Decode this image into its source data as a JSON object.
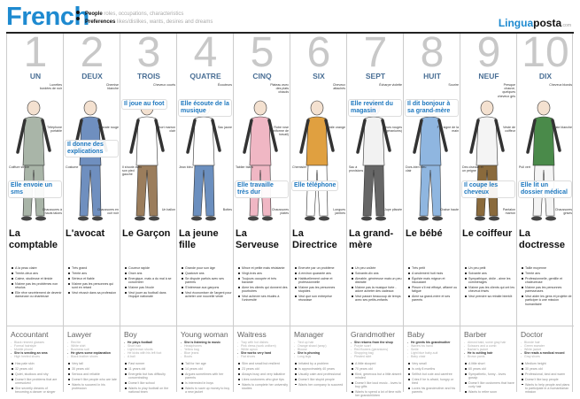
{
  "header": {
    "title": "French",
    "line1_bold": "People",
    "line1_rest": "roles, occupations, characteristics",
    "line2_bold": "Preferences",
    "line2_rest": "likes/dislikes, wants, desires and dreams",
    "logo_a": "Lingua",
    "logo_b": "posta",
    "logo_c": ".com"
  },
  "colors": {
    "brand": "#1e8ad0",
    "phrase": "#1e78bf",
    "number_word": "#4a6f95"
  },
  "columns": [
    {
      "num": "1",
      "word": "UN",
      "phrase": "Elle envoie un sms",
      "labels": [
        "Lunettes bordées de noir",
        "Téléphone portable",
        "Coiffure stricte",
        "Chaussures à hauts talons"
      ],
      "title": "La comptable",
      "fr": [
        "A la peau claire",
        "Trente-deux ans",
        "Calme, studieuse et timide",
        "N'aime pas les problèmes non résolus",
        "Elle rêve secrètement de devenir danseuse ou chanteuse"
      ],
      "en_title": "Accountant",
      "en_desc": [
        "Black rimmed glasses",
        "Formal hairstyle",
        "Mobile phone",
        "She is sending an sms",
        "High heeled shoes"
      ],
      "en_bold": 3,
      "en": [
        "Has pale skin",
        "32 years old",
        "Quiet, studious and shy",
        "Doesn't like problems that are unresolved",
        "She secretly dreams of becoming a dancer or singer"
      ],
      "top": "#a9b5a8",
      "bottom": "#a9b5a8",
      "skin": "#f4e1d0"
    },
    {
      "num": "2",
      "word": "DEUX",
      "phrase": "Il donne des explications",
      "labels": [
        "Chemise blanche",
        "Cravate rouge",
        "Costume",
        "Chaussures en cuir noir"
      ],
      "title": "L'avocat",
      "fr": [
        "Très grand",
        "Trente ans",
        "Sérieux et fiable",
        "N'aime pas les personnes qui sont en retard",
        "Veut réussir dans sa profession"
      ],
      "en_title": "Lawyer",
      "en_desc": [
        "Red tie",
        "White shirt",
        "Business suit",
        "He gives some explanation",
        "Black leather shoes"
      ],
      "en_bold": 3,
      "en": [
        "Very tall",
        "30 years old",
        "Serious and reliable",
        "Doesn't like people who are late",
        "Wants to succeed in his profession"
      ],
      "top": "#6f8fbf",
      "bottom": "#6f8fbf",
      "skin": "#f4e1d0"
    },
    {
      "num": "3",
      "word": "TROIS",
      "phrase": "Il joue au foot",
      "labels": [
        "Cheveux courts",
        "Short marron clair",
        "Il shoote avec son pied gauche",
        "Un ballon"
      ],
      "title": "Le Garçon",
      "fr": [
        "Coureur rapide",
        "Onze ans",
        "Energique, mais a du mal à se concentrer",
        "N'aime pas l'école",
        "Veut jouer au football dans l'équipe nationale"
      ],
      "en_title": "Boy",
      "en_desc": [
        "He plays football",
        "Short hair",
        "Light brown shorts",
        "He kicks with his left foot",
        "A ball"
      ],
      "en_bold": 0,
      "en": [
        "Fast runner",
        "11 years old",
        "Energetic but has difficulty concentrating",
        "Doesn't like school",
        "Wants to play football on the national team"
      ],
      "top": "#ffffff",
      "bottom": "#9b7d5c",
      "skin": "#f4e1d0"
    },
    {
      "num": "4",
      "word": "QUATRE",
      "phrase": "Elle écoute de la musique",
      "labels": [
        "Écouteurs",
        "Sac jaune",
        "Jean bleu",
        "Bottes"
      ],
      "title": "La jeune fille",
      "fr": [
        "Grande pour son âge",
        "Quatorze ans",
        "Se dispute parfois avec ses parents",
        "S'intéresse aux garçons",
        "Veut économiser de l'argent pour acheter une nouvelle veste"
      ],
      "en_title": "Young woman",
      "en_desc": [
        "She is listening to music",
        "Headphones",
        "Yellow bag",
        "Blue jeans",
        "Boots"
      ],
      "en_bold": 0,
      "en": [
        "Tall for her age",
        "14 years old",
        "Argues sometimes with her parents",
        "Is interested in boys",
        "Wants to save up money to buy a new jacket"
      ],
      "top": "#ffffff",
      "bottom": "#6b8fbf",
      "skin": "#f4e1d0"
    },
    {
      "num": "5",
      "word": "CINQ",
      "phrase": "Elle travaille très dur",
      "labels": [
        "Plateau avec des plats chauds",
        "Robe rose (uniforme de travail)",
        "Tablier blanc",
        "Chaussures plates"
      ],
      "title": "La Serveuse",
      "fr": [
        "Mince et petite mais résistante",
        "Vingt-trois ans",
        "Toujours occupée et très bavarde",
        "Aime les clients qui donnent des pourboires",
        "Veut achever ses études à l'université"
      ],
      "en_title": "Waitress",
      "en_desc": [
        "Tray with hot dishes",
        "Pink dress (work uniform)",
        "White apron",
        "She works very hard",
        "Flat shoes"
      ],
      "en_bold": 3,
      "en": [
        "Slim and small but resilient",
        "23 years old",
        "Always busy and very talkative",
        "Likes customers who give tips",
        "Wants to complete her university studies"
      ],
      "top": "#f0b7c4",
      "bottom": "#f0b7c4",
      "skin": "#f4e1d0"
    },
    {
      "num": "6",
      "word": "SIX",
      "phrase": "Elle téléphone",
      "labels": [
        "Cheveux attachés",
        "Châle orange",
        "Chemisier",
        "Longues jambes"
      ],
      "title": "La Directrice",
      "fr": [
        "Enervée par un problème",
        "A environ quarante ans",
        "Habituellement calme et professionnelle",
        "N'aime pas les personnes stupides",
        "Veut que son entreprise réussisse"
      ],
      "en_title": "Manager",
      "en_desc": [
        "Tied up hair",
        "Orange shawl (wrap)",
        "Blouse",
        "She is phoning",
        "Long legs"
      ],
      "en_bold": 3,
      "en": [
        "Irritated by a problem",
        "Is approximately 40 years",
        "Usually calm and professional",
        "Doesn't like stupid people",
        "Wants her company to succeed"
      ],
      "top": "#e0a040",
      "bottom": "#ffffff",
      "skin": "#f4e1d0"
    },
    {
      "num": "7",
      "word": "SEPT",
      "phrase": "Elle revient du magasin",
      "labels": [
        "Écharpe violette",
        "Fleurs rouges (géraniums)",
        "Sac à provisions",
        "Jupe plissée"
      ],
      "title": "La grand-mère",
      "fr": [
        "Un peu voûtée",
        "Soixante-dix ans",
        "Aimable, généreuse mais un peu distraite",
        "N'aime pas la musique forte - adore acheter des cadeaux",
        "Veut passer beaucoup de temps avec ses petits-enfants"
      ],
      "en_title": "Grandmother",
      "en_desc": [
        "She returns from the shop",
        "Purple scarf",
        "Red flowers (geraniums)",
        "Shopping bag",
        "Pleated skirt"
      ],
      "en_bold": 0,
      "en": [
        "A little stooped",
        "70 years old",
        "Kind, generous but a little absent minded",
        "Doesn't like loud music - loves to buy gifts",
        "Wants to spend a lot of time with her grandchildren"
      ],
      "top": "#f2f2f2",
      "bottom": "#666666",
      "skin": "#a98dbb"
    },
    {
      "num": "8",
      "word": "HUIT",
      "phrase": "Il dit bonjour à sa grand-mère",
      "labels": [
        "Sourire",
        "Fait signe de la main",
        "Dors-bien bleu clair",
        "Chaise haute"
      ],
      "title": "Le bébé",
      "fr": [
        "Très petit",
        "A seulement huit mois",
        "Égoïste mais mignon et insouciant",
        "Pleure s'il est effrayé, affamé ou fatigué",
        "Aime sa grand-mère et ses parents"
      ],
      "en_title": "Baby",
      "en_desc": [
        "He greets his grandmother",
        "Waves his hand",
        "Smile",
        "Light blue baby-suit",
        "Baby chair"
      ],
      "en_bold": 0,
      "en": [
        "Very small",
        "Is only 8 months",
        "Selfish but cute and carefree",
        "Cries if he is afraid, hungry or tired",
        "Loves his grandmother and his parents"
      ],
      "top": "#8fb6e0",
      "bottom": "#8fb6e0",
      "skin": "#f4e1d0"
    },
    {
      "num": "9",
      "word": "NEUF",
      "phrase": "Il coupe les cheveux",
      "labels": [
        "Presque chauve, quelques cheveux gris",
        "Veste de coiffeur",
        "Des ciseaux et un peigne",
        "Pantalon marron"
      ],
      "title": "Le coiffeur",
      "fr": [
        "Un peu petit",
        "Soixante ans",
        "Sympathique, drôle - aime les commérages",
        "N'aime pas les clients qui ont les cheveux frisés",
        "Veut prendre sa retraite bientôt"
      ],
      "en_title": "Barber",
      "en_desc": [
        "Almost bald, some gray hair",
        "Scissors and a comb",
        "Barber's jacket",
        "He is cutting hair",
        "Brown pants"
      ],
      "en_bold": 3,
      "en": [
        "A little short",
        "60 years old",
        "Sympathetic, funny - loves gossip",
        "Doesn't like customers that have curly hair",
        "Wants to retire soon"
      ],
      "top": "#f4f4f4",
      "bottom": "#8a6a3c",
      "skin": "#f4e1d0"
    },
    {
      "num": "10",
      "word": "DIX",
      "phrase": "Elle lit un dossier médical",
      "labels": [
        "Cheveux blonds",
        "Veste blanche",
        "Pull vert",
        "Chaussures grises"
      ],
      "title": "La doctresse",
      "fr": [
        "Taille moyenne",
        "Trente ans",
        "Professionnelle, gentille et chaleureuse",
        "N'aime pas les personnes paresseuses",
        "Veut aider les gens et projette de participer à une mission humanitaire"
      ],
      "en_title": "Doctor",
      "en_desc": [
        "Blonde hair",
        "Green sweater",
        "White jacket",
        "She reads a medical record",
        "Gray shoes"
      ],
      "en_bold": 3,
      "en": [
        "Medium height",
        "30 years old",
        "Professional, kind and warm",
        "Doesn't like lazy people",
        "Wants to help people and plans to participate in a humanitarian mission"
      ],
      "top": "#4a8a4a",
      "bottom": "#f4f4f4",
      "skin": "#f4e1d0"
    }
  ]
}
